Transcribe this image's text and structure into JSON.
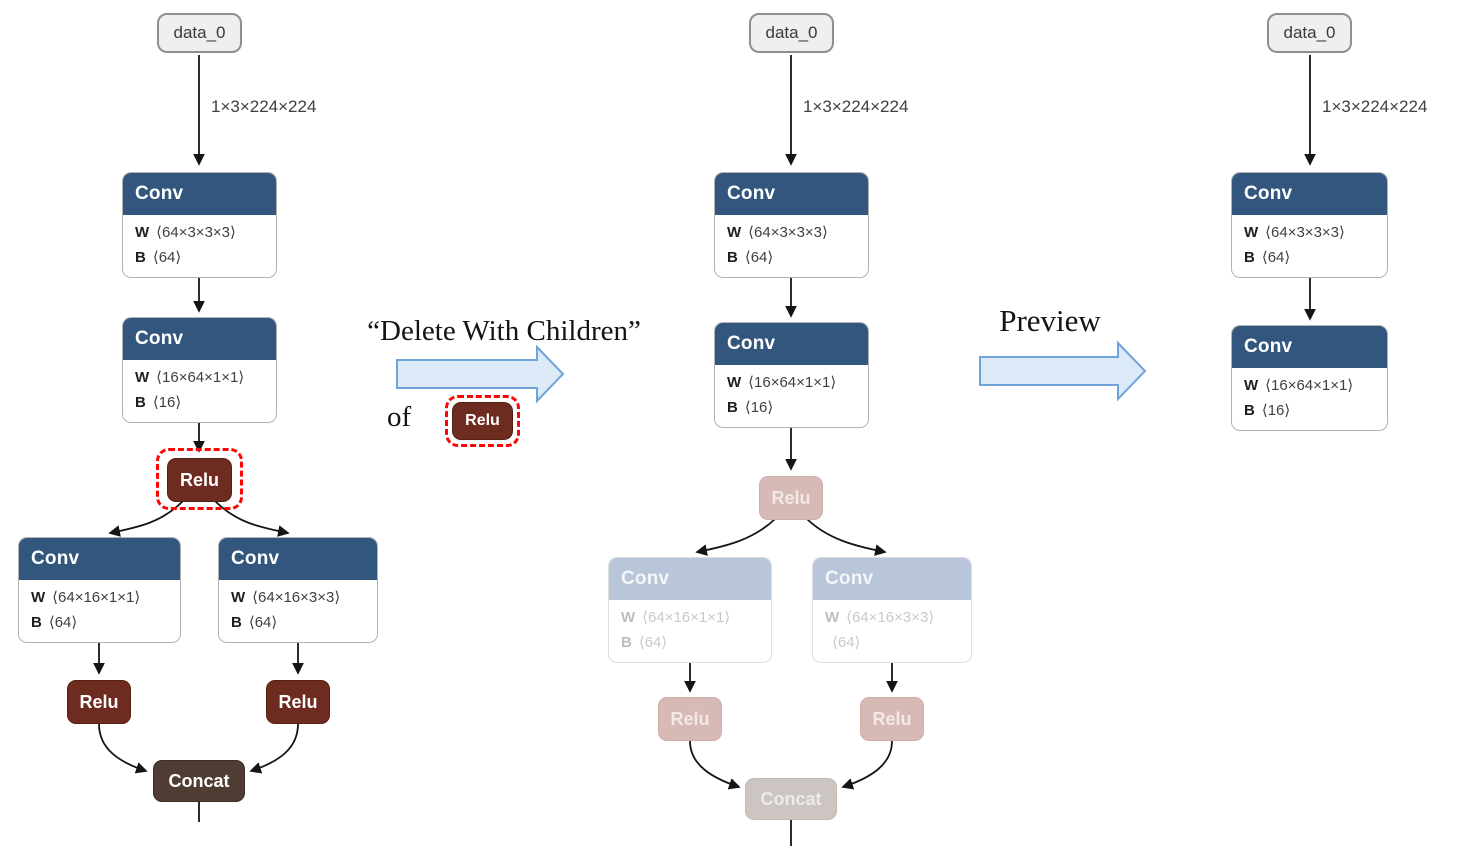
{
  "annotations": {
    "action": "“Delete With Children”",
    "of": "of",
    "preview": "Preview"
  },
  "nodes": {
    "data0": {
      "label": "data_0"
    },
    "tensor_label": "1×3×224×224",
    "conv1": {
      "title": "Conv",
      "w_key": "W",
      "w_val": "⟨64×3×3×3⟩",
      "b_key": "B",
      "b_val": "⟨64⟩"
    },
    "conv2": {
      "title": "Conv",
      "w_key": "W",
      "w_val": "⟨16×64×1×1⟩",
      "b_key": "B",
      "b_val": "⟨16⟩"
    },
    "conv3": {
      "title": "Conv",
      "w_key": "W",
      "w_val": "⟨64×16×1×1⟩",
      "b_key": "B",
      "b_val": "⟨64⟩"
    },
    "conv4": {
      "title": "Conv",
      "w_key": "W",
      "w_val": "⟨64×16×3×3⟩",
      "b_key": "B",
      "b_val": "⟨64⟩"
    },
    "relu": {
      "label": "Relu"
    },
    "concat": {
      "label": "Concat"
    }
  },
  "colors": {
    "conv_header": "#33567F",
    "relu_fill": "#6E2B20",
    "concat_fill": "#4F3C33",
    "faded_conv_header": "#B9C5D9",
    "faded_relu_fill": "#D7BAB6",
    "faded_concat_fill": "#CDC5C1",
    "input_fill": "#EFEFEF",
    "input_border": "#8F8F8F",
    "highlight_dash": "#FE0505",
    "edge": "#151515",
    "block_arrow_fill": "#DCE9F7",
    "block_arrow_stroke": "#6FA3D9"
  }
}
